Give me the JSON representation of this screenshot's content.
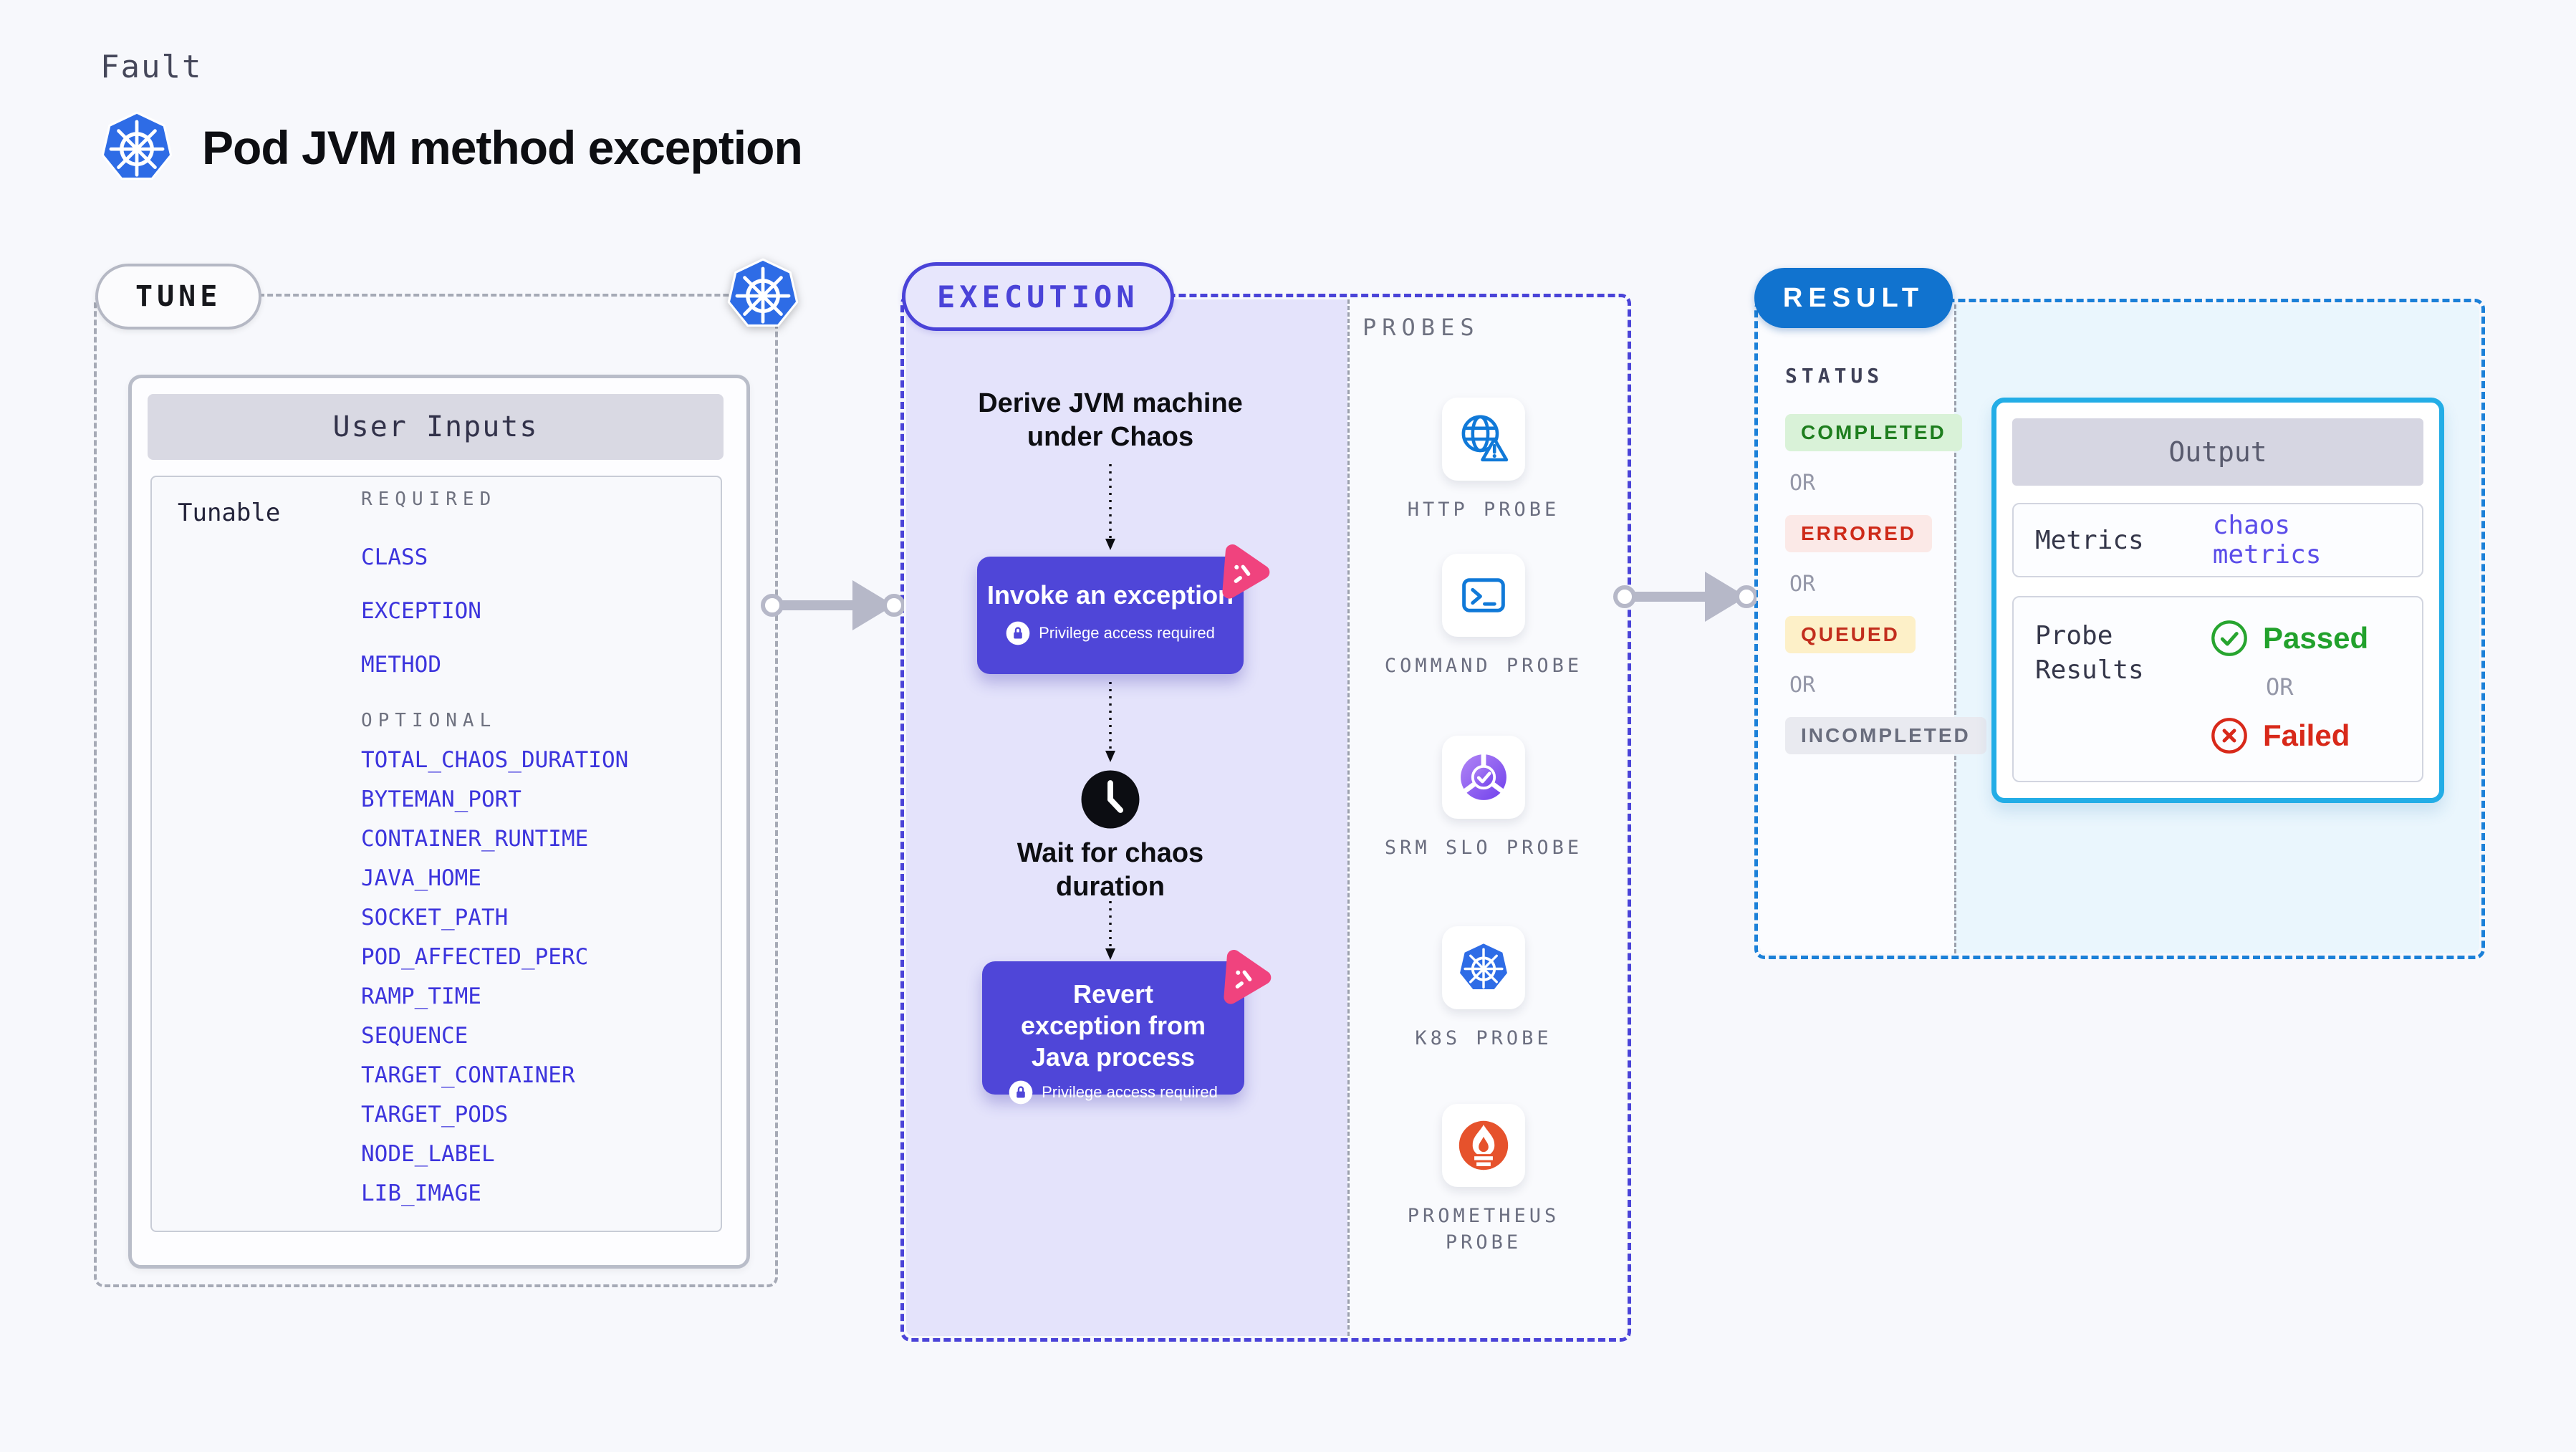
{
  "page": {
    "fault_label": "Fault",
    "title": "Pod JVM method exception",
    "background": "#f7f8fc"
  },
  "tune": {
    "badge": "TUNE",
    "user_inputs_header": "User Inputs",
    "tunable_label": "Tunable",
    "required_label": "REQUIRED",
    "required": [
      "CLASS",
      "EXCEPTION",
      "METHOD"
    ],
    "optional_label": "OPTIONAL",
    "optional": [
      "TOTAL_CHAOS_DURATION",
      "BYTEMAN_PORT",
      "CONTAINER_RUNTIME",
      "JAVA_HOME",
      "SOCKET_PATH",
      "POD_AFFECTED_PERC",
      "RAMP_TIME",
      "SEQUENCE",
      "TARGET_CONTAINER",
      "TARGET_PODS",
      "NODE_LABEL",
      "LIB_IMAGE"
    ]
  },
  "execution": {
    "badge": "EXECUTION",
    "derive_step": "Derive JVM machine under Chaos",
    "invoke_step": "Invoke an exception",
    "wait_step": "Wait for chaos duration",
    "revert_step": "Revert exception from Java process",
    "privilege_note": "Privilege access required"
  },
  "probes": {
    "label": "PROBES",
    "items": [
      {
        "label": "HTTP PROBE",
        "icon": "globe-alert-icon"
      },
      {
        "label": "COMMAND PROBE",
        "icon": "terminal-icon"
      },
      {
        "label": "SRM SLO PROBE",
        "icon": "slo-donut-icon"
      },
      {
        "label": "K8S PROBE",
        "icon": "kubernetes-icon"
      },
      {
        "label": "PROMETHEUS PROBE",
        "icon": "prometheus-flame-icon"
      }
    ]
  },
  "result": {
    "badge": "RESULT",
    "status_label": "STATUS",
    "or_label": "OR",
    "statuses": [
      {
        "label": "COMPLETED",
        "fg": "#1e7e1e",
        "bg": "#d9f2d8"
      },
      {
        "label": "ERRORED",
        "fg": "#ce2a19",
        "bg": "#fbe9e7"
      },
      {
        "label": "QUEUED",
        "fg": "#c22e1d",
        "bg": "#fdf0c8"
      },
      {
        "label": "INCOMPLETED",
        "fg": "#696d7d",
        "bg": "#e9eaf0"
      }
    ],
    "output": {
      "header": "Output",
      "metrics_label": "Metrics",
      "metrics_value": "chaos metrics",
      "probe_results_label": "Probe Results",
      "passed_label": "Passed",
      "or_label": "OR",
      "failed_label": "Failed"
    }
  },
  "colors": {
    "background": "#f7f8fc",
    "tune_dash": "#a6aab6",
    "execution_accent": "#4a43d8",
    "execution_fill": "#e4e3fb",
    "button_fill": "#4f46d8",
    "result_dash": "#1b80d8",
    "result_badge": "#1173cf",
    "output_border": "#23ade6",
    "output_fill": "#eaf6fd",
    "param_blue": "#3c34dd",
    "chaos_pink": "#f0437e",
    "passed_green": "#22a12c",
    "failed_red": "#d8291a",
    "arrow_gray": "#b6b8c8"
  }
}
